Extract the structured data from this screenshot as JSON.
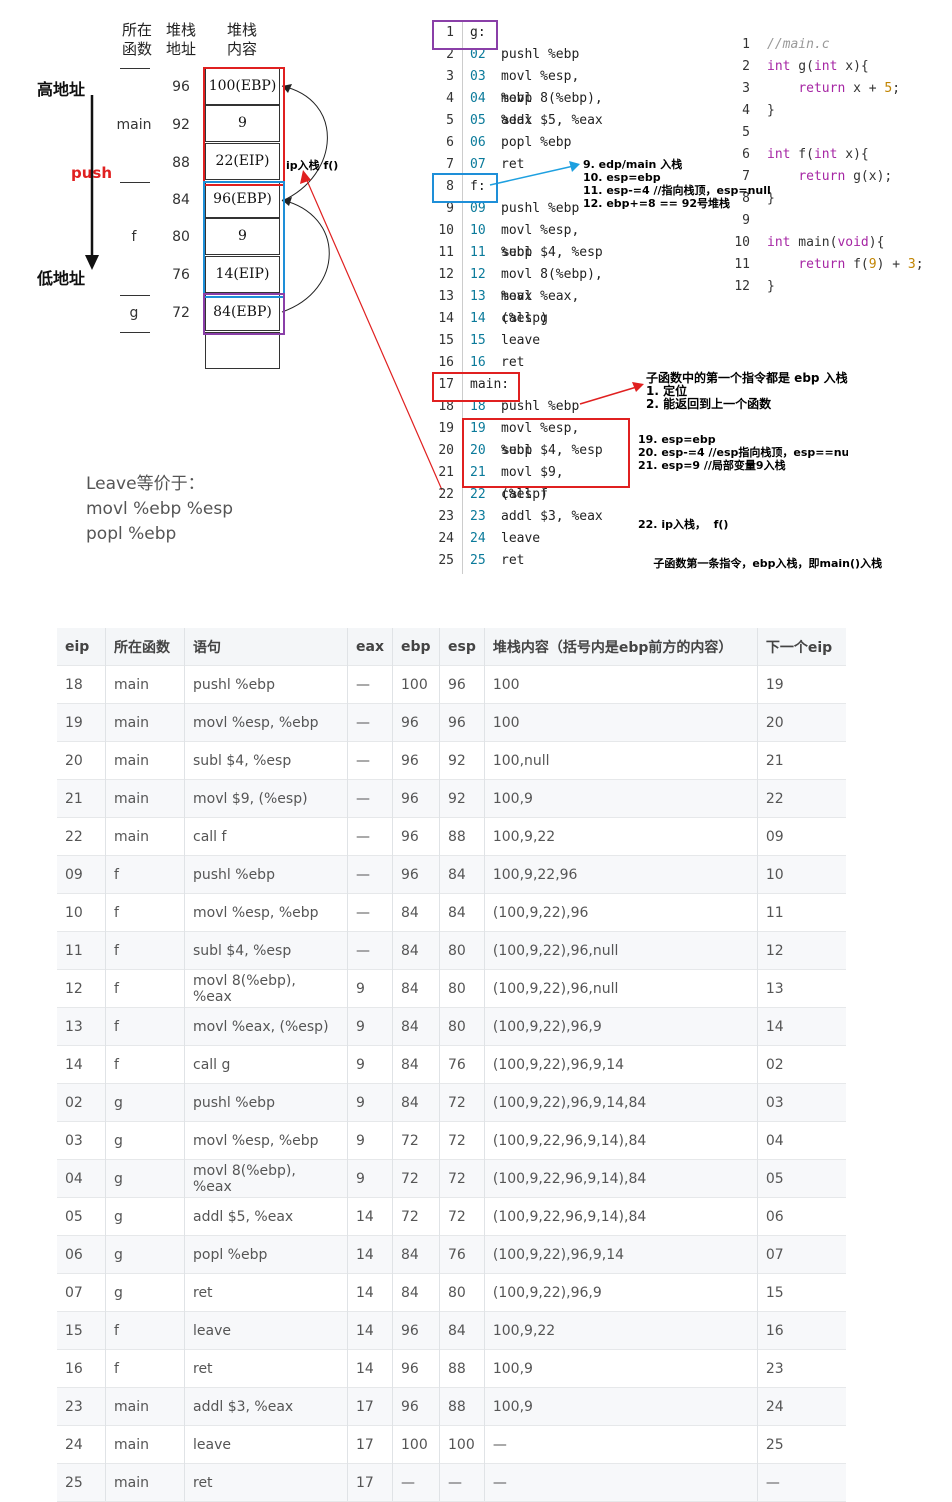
{
  "stack": {
    "header_func": "所在\n函数",
    "header_addr": "堆栈\n地址",
    "header_content": "堆栈\n内容",
    "high": "高地址",
    "low": "低地址",
    "push": "push",
    "funcs": [
      "main",
      "f",
      "g"
    ],
    "addrs": [
      "96",
      "92",
      "88",
      "84",
      "80",
      "76",
      "72"
    ],
    "cells": [
      "100(EBP)",
      "9",
      "22(EIP)",
      "96(EBP)",
      "9",
      "14(EIP)",
      "84(EBP)",
      ""
    ],
    "ip_note": "ip入栈 f()",
    "colors": {
      "main_box": "#e02020",
      "f_box": "#1e8fd8",
      "g_box": "#8a3fa8",
      "red": "#e02020",
      "blue": "#1ea0e0"
    }
  },
  "leave": {
    "line1": "Leave等价于：",
    "line2": "movl %ebp %esp",
    "line3": "popl %ebp"
  },
  "asm": [
    {
      "n": "1",
      "label": "g:"
    },
    {
      "n": "2",
      "l2": "02",
      "op": "pushl %ebp"
    },
    {
      "n": "3",
      "l2": "03",
      "op": "movl %esp, %ebp"
    },
    {
      "n": "4",
      "l2": "04",
      "op": "movl 8(%ebp), %eax"
    },
    {
      "n": "5",
      "l2": "05",
      "op": "addl $5, %eax"
    },
    {
      "n": "6",
      "l2": "06",
      "op": "popl %ebp"
    },
    {
      "n": "7",
      "l2": "07",
      "op": "ret"
    },
    {
      "n": "8",
      "label": "f:"
    },
    {
      "n": "9",
      "l2": "09",
      "op": "pushl %ebp"
    },
    {
      "n": "10",
      "l2": "10",
      "op": "movl %esp, %ebp"
    },
    {
      "n": "11",
      "l2": "11",
      "op": "subl $4, %esp"
    },
    {
      "n": "12",
      "l2": "12",
      "op": "movl 8(%ebp), %eax"
    },
    {
      "n": "13",
      "l2": "13",
      "op": "movl %eax, (%esp)"
    },
    {
      "n": "14",
      "l2": "14",
      "op": "call g"
    },
    {
      "n": "15",
      "l2": "15",
      "op": "leave"
    },
    {
      "n": "16",
      "l2": "16",
      "op": "ret"
    },
    {
      "n": "17",
      "label": "main:"
    },
    {
      "n": "18",
      "l2": "18",
      "op": "pushl %ebp"
    },
    {
      "n": "19",
      "l2": "19",
      "op": "movl %esp, %ebp"
    },
    {
      "n": "20",
      "l2": "20",
      "op": "subl $4, %esp"
    },
    {
      "n": "21",
      "l2": "21",
      "op": "movl $9, (%esp)"
    },
    {
      "n": "22",
      "l2": "22",
      "op": "call f"
    },
    {
      "n": "23",
      "l2": "23",
      "op": "addl $3, %eax"
    },
    {
      "n": "24",
      "l2": "24",
      "op": "leave"
    },
    {
      "n": "25",
      "l2": "25",
      "op": "ret"
    }
  ],
  "csrc": [
    {
      "n": "1",
      "t": "//main.c"
    },
    {
      "n": "2",
      "t": "int g(int x){"
    },
    {
      "n": "3",
      "t": "    return x + 5;"
    },
    {
      "n": "4",
      "t": "}"
    },
    {
      "n": "5",
      "t": ""
    },
    {
      "n": "6",
      "t": "int f(int x){"
    },
    {
      "n": "7",
      "t": "    return g(x);"
    },
    {
      "n": "8",
      "t": "}"
    },
    {
      "n": "9",
      "t": ""
    },
    {
      "n": "10",
      "t": "int main(void){"
    },
    {
      "n": "11",
      "t": "    return f(9) + 3;"
    },
    {
      "n": "12",
      "t": "}"
    }
  ],
  "notes": {
    "f_note": [
      "9. edp/main 入栈",
      "10. esp=ebp",
      "11. esp-=4 //指向栈顶，esp=null",
      "12. ebp+=8 == 92号堆栈"
    ],
    "main_note": [
      "子函数中的第一个指令都是 ebp 入栈",
      "1. 定位",
      "2. 能返回到上一个函数"
    ],
    "steps_note": [
      "19. esp=ebp",
      "20. esp-=4 //esp指向栈顶，esp==nu",
      "21. esp=9  //局部变量9入栈"
    ],
    "call_note": [
      "22. ip入栈，  f()",
      "    子函数第一条指令，ebp入栈，即main()入栈"
    ]
  },
  "table": {
    "headers": [
      "eip",
      "所在函数",
      "语句",
      "eax",
      "ebp",
      "esp",
      "堆栈内容（括号内是ebp前方的内容）",
      "下一个eip"
    ],
    "rows": [
      [
        "18",
        "main",
        "pushl %ebp",
        "—",
        "100",
        "96",
        "100",
        "19"
      ],
      [
        "19",
        "main",
        "movl %esp, %ebp",
        "—",
        "96",
        "96",
        "100",
        "20"
      ],
      [
        "20",
        "main",
        "subl $4, %esp",
        "—",
        "96",
        "92",
        "100,null",
        "21"
      ],
      [
        "21",
        "main",
        "movl $9, (%esp)",
        "—",
        "96",
        "92",
        "100,9",
        "22"
      ],
      [
        "22",
        "main",
        "call f",
        "—",
        "96",
        "88",
        "100,9,22",
        "09"
      ],
      [
        "09",
        "f",
        "pushl %ebp",
        "—",
        "96",
        "84",
        "100,9,22,96",
        "10"
      ],
      [
        "10",
        "f",
        "movl %esp, %ebp",
        "—",
        "84",
        "84",
        "(100,9,22),96",
        "11"
      ],
      [
        "11",
        "f",
        "subl $4, %esp",
        "—",
        "84",
        "80",
        "(100,9,22),96,null",
        "12"
      ],
      [
        "12",
        "f",
        "movl 8(%ebp), %eax",
        "9",
        "84",
        "80",
        "(100,9,22),96,null",
        "13"
      ],
      [
        "13",
        "f",
        "movl %eax, (%esp)",
        "9",
        "84",
        "80",
        "(100,9,22),96,9",
        "14"
      ],
      [
        "14",
        "f",
        "call g",
        "9",
        "84",
        "76",
        "(100,9,22),96,9,14",
        "02"
      ],
      [
        "02",
        "g",
        "pushl %ebp",
        "9",
        "84",
        "72",
        "(100,9,22),96,9,14,84",
        "03"
      ],
      [
        "03",
        "g",
        "movl %esp, %ebp",
        "9",
        "72",
        "72",
        "(100,9,22,96,9,14),84",
        "04"
      ],
      [
        "04",
        "g",
        "movl 8(%ebp), %eax",
        "9",
        "72",
        "72",
        "(100,9,22,96,9,14),84",
        "05"
      ],
      [
        "05",
        "g",
        "addl $5, %eax",
        "14",
        "72",
        "72",
        "(100,9,22,96,9,14),84",
        "06"
      ],
      [
        "06",
        "g",
        "popl %ebp",
        "14",
        "84",
        "76",
        "(100,9,22),96,9,14",
        "07"
      ],
      [
        "07",
        "g",
        "ret",
        "14",
        "84",
        "80",
        "(100,9,22),96,9",
        "15"
      ],
      [
        "15",
        "f",
        "leave",
        "14",
        "96",
        "84",
        "100,9,22",
        "16"
      ],
      [
        "16",
        "f",
        "ret",
        "14",
        "96",
        "88",
        "100,9",
        "23"
      ],
      [
        "23",
        "main",
        "addl $3, %eax",
        "17",
        "96",
        "88",
        "100,9",
        "24"
      ],
      [
        "24",
        "main",
        "leave",
        "17",
        "100",
        "100",
        "—",
        "25"
      ],
      [
        "25",
        "main",
        "ret",
        "17",
        "—",
        "—",
        "—",
        "—"
      ]
    ]
  }
}
